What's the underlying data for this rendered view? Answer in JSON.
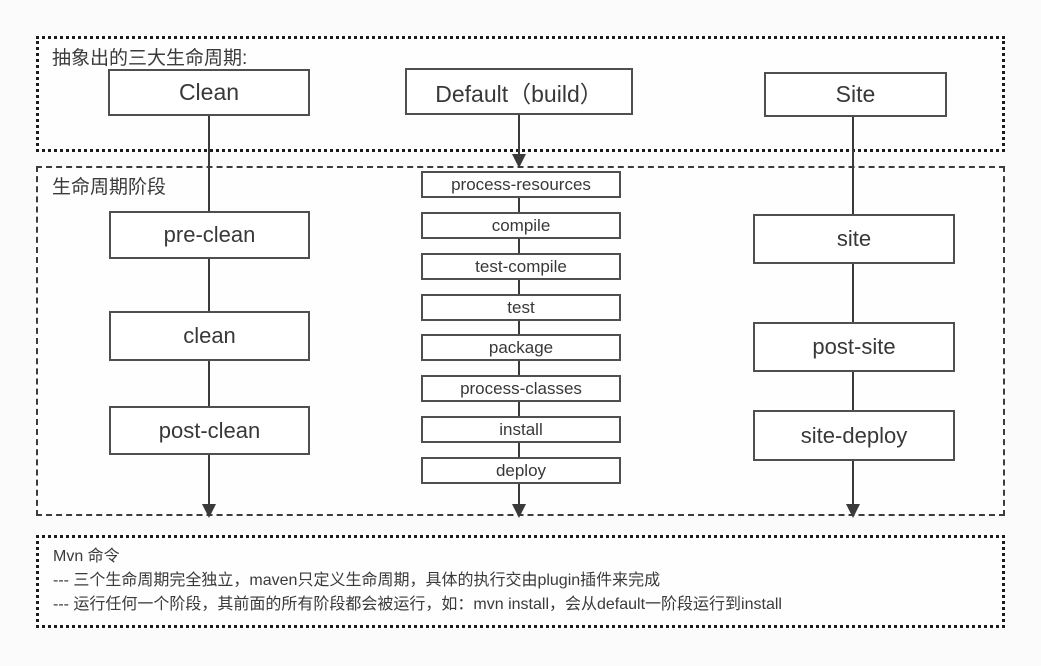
{
  "lifecycles": {
    "title": "抽象出的三大生命周期:",
    "boxes": [
      {
        "label": "Clean"
      },
      {
        "label": "Default（build）"
      },
      {
        "label": "Site"
      }
    ]
  },
  "phases": {
    "title": "生命周期阶段",
    "clean_column": [
      "pre-clean",
      "clean",
      "post-clean"
    ],
    "default_column": [
      "process-resources",
      "compile",
      "test-compile",
      "test",
      "package",
      "process-classes",
      "install",
      "deploy"
    ],
    "site_column": [
      "site",
      "post-site",
      "site-deploy"
    ]
  },
  "commands": {
    "title": "Mvn 命令",
    "notes": [
      "--- 三个生命周期完全独立，maven只定义生命周期，具体的执行交由plugin插件来完成",
      "--- 运行任何一个阶段，其前面的所有阶段都会被运行，如：mvn install，会从default一阶段运行到install"
    ]
  },
  "colors": {
    "line": "#3a3a3a",
    "box_border": "#4f4f4f",
    "box_background": "#ffffff",
    "text": "#3a3a3a",
    "frame_dotted": "#1c1c1c",
    "frame_dashed": "#3c3c3c",
    "page_background": "#fbfbfb"
  }
}
